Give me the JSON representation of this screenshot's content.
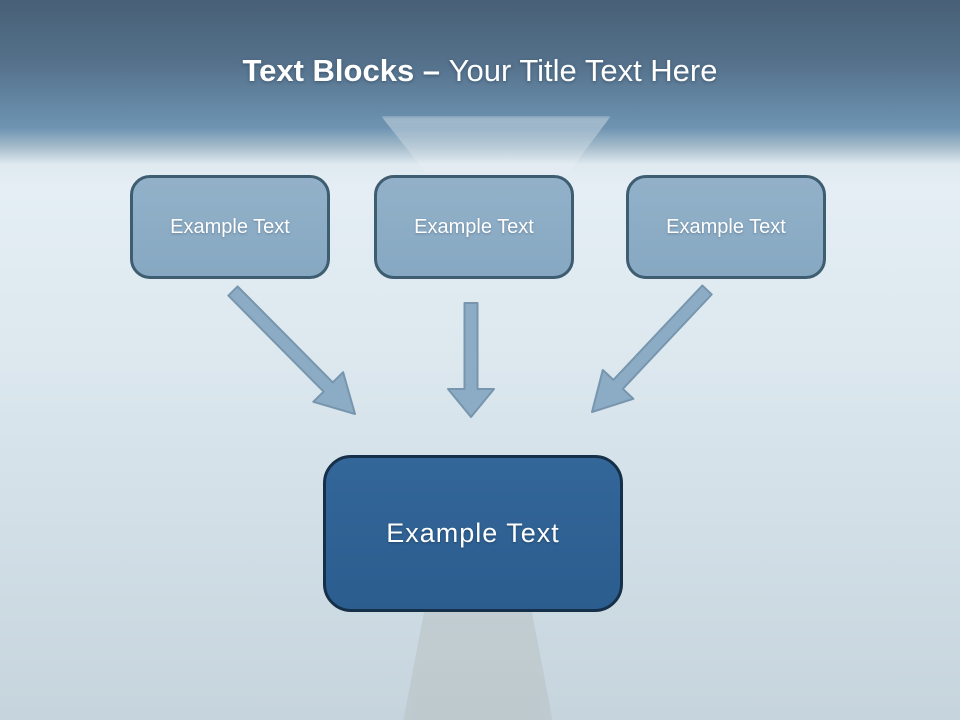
{
  "slide": {
    "title": {
      "bold": "Text Blocks – ",
      "regular": "Your Title Text Here"
    },
    "top_boxes": [
      {
        "label": "Example Text"
      },
      {
        "label": "Example Text"
      },
      {
        "label": "Example Text"
      }
    ],
    "bottom_box": {
      "label": "Example Text"
    },
    "arrows": [
      {
        "name": "arrow-down-right"
      },
      {
        "name": "arrow-down"
      },
      {
        "name": "arrow-down-left"
      }
    ],
    "colors": {
      "header_top": "#476077",
      "header_bottom": "#6F94B2",
      "body_light": "#E4EEF4",
      "body_bottom": "#C6D4DD",
      "small_box_fill": "#8CADC6",
      "small_box_border": "#3F5D70",
      "big_box_fill": "#2F6195",
      "big_box_border": "#17304A",
      "arrow_fill": "#8CACC5",
      "arrow_stroke": "#7796AD",
      "title_text": "#FFFFFF"
    }
  }
}
